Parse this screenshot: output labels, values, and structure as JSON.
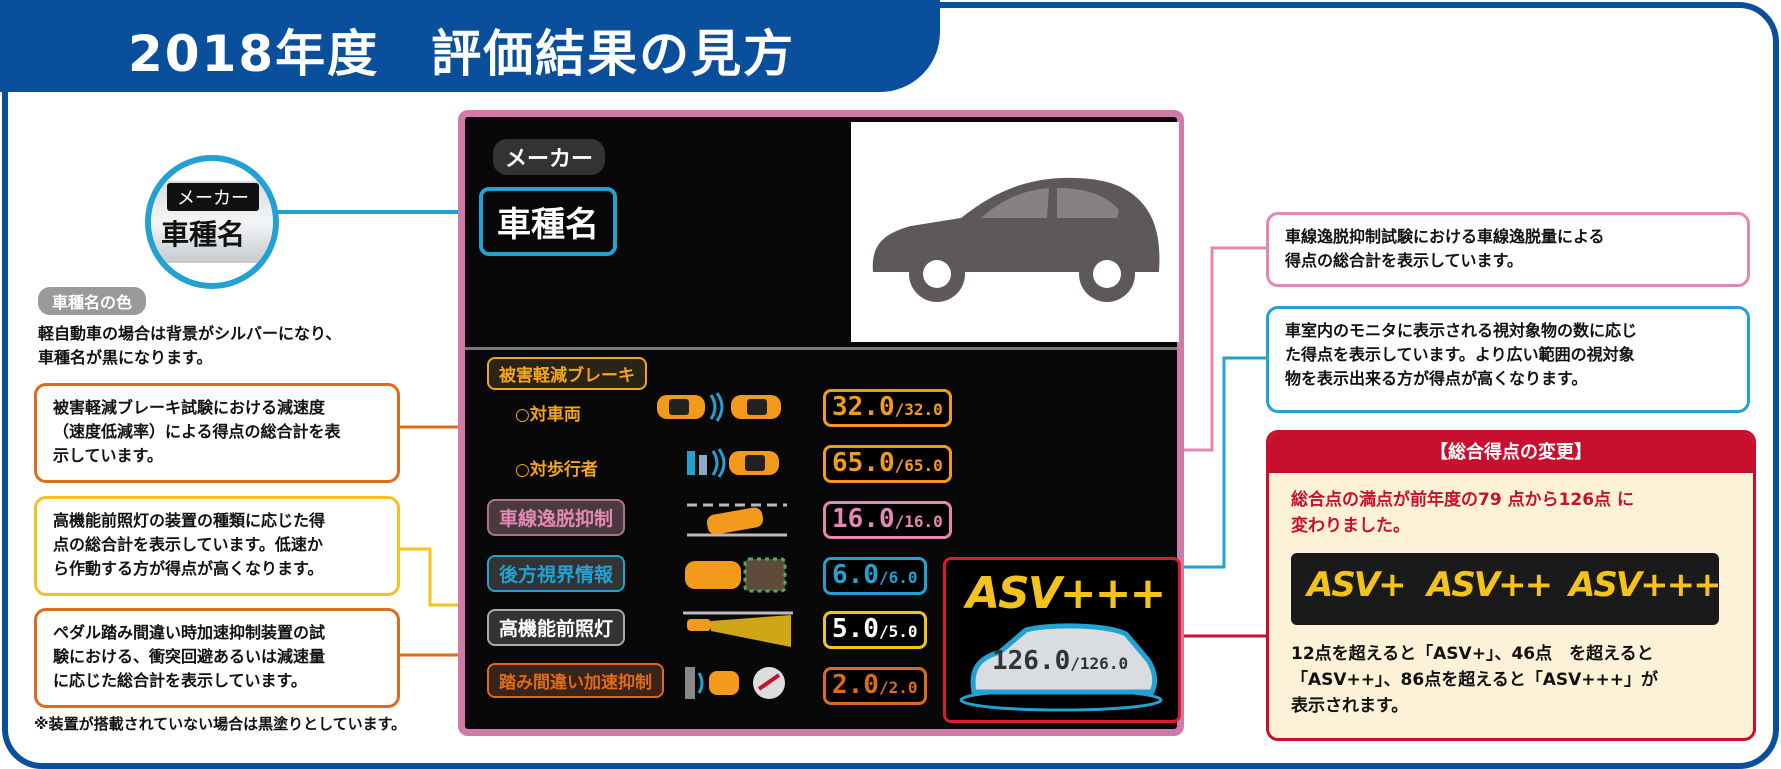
{
  "title": "2018年度　評価結果の見方",
  "badge": {
    "maker": "メーカー",
    "name": "車種名"
  },
  "color_note": {
    "pill": "車種名の色",
    "line1": "軽自動車の場合は背景がシルバーになり、",
    "line2": "車種名が黒になります。"
  },
  "left_boxes": {
    "brake": [
      "被害軽減ブレーキ試験における減速度",
      "（速度低減率）による得点の総合計を表",
      "示しています。"
    ],
    "headlight": [
      "高機能前照灯の装置の種類に応じた得",
      "点の総合計を表示しています。低速か",
      "ら作動する方が得点が高くなります。"
    ],
    "pedal": [
      "ペダル踏み間違い時加速抑制装置の試",
      "験における、衝突回避あるいは減速量",
      "に応じた総合計を表示しています。"
    ]
  },
  "footnote": "※装置が搭載されていない場合は黒塗りとしています。",
  "panel": {
    "maker": "メーカー",
    "name": "車種名",
    "brake_label": "被害軽減ブレーキ",
    "vehicle_label": "○対車両",
    "pedestrian_label": "○対歩行者",
    "lane_label": "車線逸脱抑制",
    "rear_label": "後方視界情報",
    "headlight_label": "高機能前照灯",
    "pedal_label": "踏み間違い加速抑制",
    "scores": {
      "vehicle": {
        "value": "32.0",
        "max": "/32.0"
      },
      "pedestrian": {
        "value": "65.0",
        "max": "/65.0"
      },
      "lane": {
        "value": "16.0",
        "max": "/16.0"
      },
      "rear": {
        "value": "6.0",
        "max": "/6.0"
      },
      "headlight": {
        "value": "5.0",
        "max": "/5.0"
      },
      "pedal": {
        "value": "2.0",
        "max": "/2.0"
      }
    },
    "asv": {
      "label": "ASV+++",
      "value": "126.0",
      "max": "/126.0"
    }
  },
  "right": {
    "lane_box": [
      "車線逸脱抑制試験における車線逸脱量による",
      "得点の総合計を表示しています。"
    ],
    "rear_box": [
      "車室内のモニタに表示される視対象物の数に応じ",
      "た得点を表示しています。より広い範囲の視対象",
      "物を表示出来る方が得点が高くなります。"
    ],
    "change_title": "【総合得点の変更】",
    "change_text": [
      "総合点の満点が前年度の79 点から126点 に",
      "変わりました。"
    ],
    "asv_levels": [
      "ASV+",
      "ASV++",
      "ASV+++"
    ],
    "thresholds": [
      "12点を超えると「ASV+」、46点　を超えると",
      "「ASV++」、86点を超えると「ASV+++」が",
      "表示されます。"
    ]
  },
  "colors": {
    "frame": "#0a4f9c",
    "orange": "#f3a51c",
    "pink": "#e387b3",
    "blue": "#21a2d3",
    "yellow": "#f3c21c",
    "dark_orange": "#e06a1c",
    "red": "#c8102e"
  }
}
